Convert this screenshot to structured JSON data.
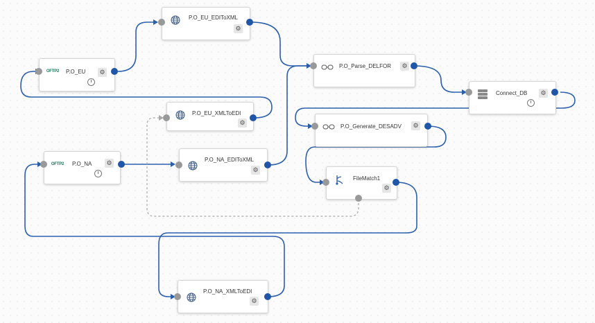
{
  "colors": {
    "edge": "#2a5fad",
    "edge_dashed": "#a8a8a8",
    "port_in": "#999999",
    "port_out": "#1f56a8"
  },
  "icons": {
    "gear": "⚙",
    "globe": "globe-icon",
    "ftps": "ftps-logo-icon",
    "plug": "plug-icon",
    "db": "database-icon",
    "branch": "branch-icon",
    "clock": "clock-icon"
  },
  "nodes": {
    "po_eu": {
      "label": "P.O_EU",
      "logo_text": "OFTP2"
    },
    "po_eu_editoxml": {
      "label": "P.O_EU_EDIToXML"
    },
    "po_parse_delfor": {
      "label": "P.O_Parse_DELFOR"
    },
    "connect_db": {
      "label": "Connect_DB"
    },
    "po_eu_xmltoedi": {
      "label": "P.O_EU_XMLToEDI"
    },
    "po_generate_desadv": {
      "label": "P.O_Generate_DESADV"
    },
    "po_na": {
      "label": "P.O_NA",
      "logo_text": "OFTP2"
    },
    "po_na_editoxml": {
      "label": "P.O_NA_EDIToXML"
    },
    "filematch1": {
      "label": "FileMatch1"
    },
    "po_na_xmltoedi": {
      "label": "P.O_NA_XMLToEDI"
    }
  }
}
